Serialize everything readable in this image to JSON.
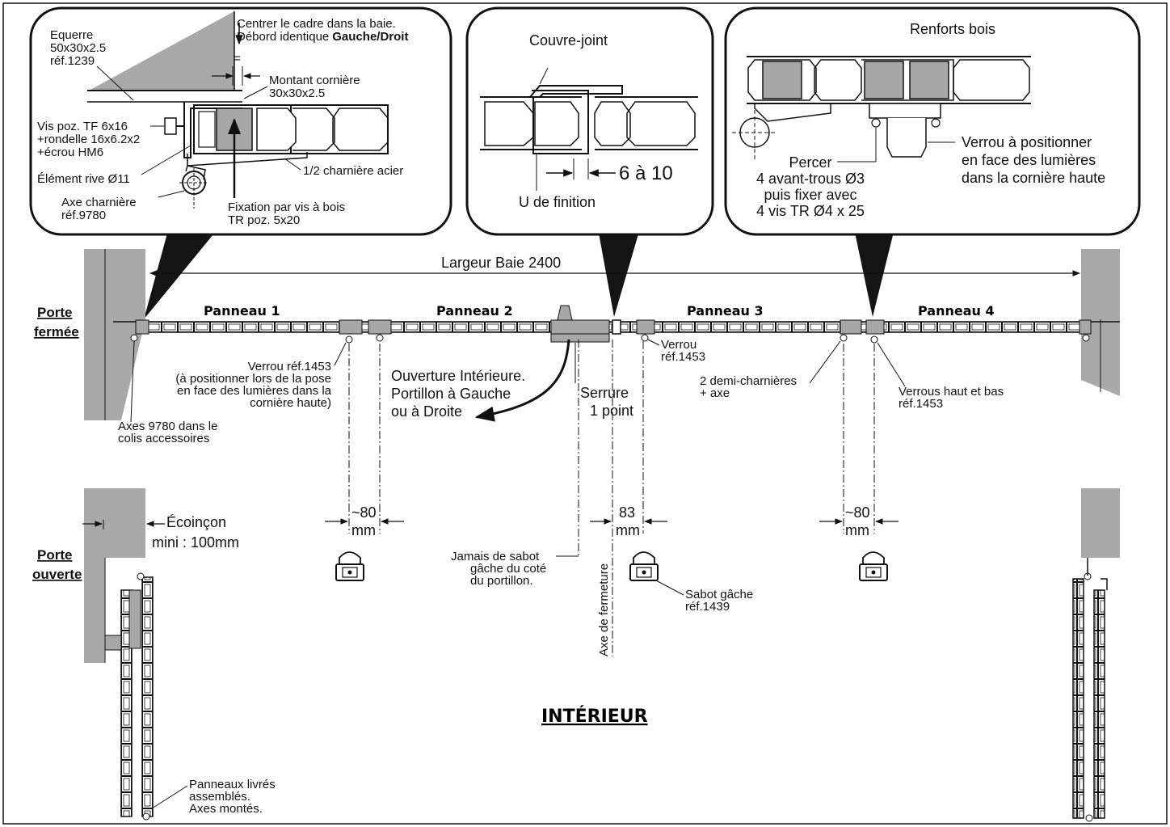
{
  "callout_left": {
    "equerre": [
      "Equerre",
      "50x30x2.5",
      "réf.1239"
    ],
    "centrer": [
      "Centrer le cadre dans la baie.",
      "Débord identique"
    ],
    "gauche_droit": "Gauche/Droit",
    "montant": [
      "Montant cornière",
      "30x30x2.5"
    ],
    "vis": [
      "Vis poz. TF 6x16",
      "+rondelle 16x6.2x2",
      "+écrou HM6"
    ],
    "element_rive": "Élément rive Ø11",
    "demi_charniere": "1/2 charnière acier",
    "axe": [
      "Axe charnière",
      "réf.9780"
    ],
    "fixation": [
      "Fixation par vis à bois",
      "TR poz. 5x20"
    ]
  },
  "callout_middle": {
    "couvre_joint": "Couvre-joint",
    "gap": "6 à 10",
    "u_finition": "U de finition"
  },
  "callout_right": {
    "renforts": "Renforts bois",
    "verrou": [
      "Verrou à positionner",
      "en face des lumières",
      "dans la cornière haute"
    ],
    "percer": [
      "Percer",
      "4 avant-trous Ø3",
      "puis fixer avec",
      "4 vis TR Ø4 x 25"
    ]
  },
  "main": {
    "largeur": "Largeur Baie 2400",
    "porte_fermee": [
      "Porte",
      "fermée"
    ],
    "porte_ouverte": [
      "Porte",
      "ouverte"
    ],
    "panels": [
      "Panneau 1",
      "Panneau 2",
      "Panneau 3",
      "Panneau 4"
    ],
    "verrou_1453": [
      "Verrou réf.1453",
      "(à positionner lors de la pose",
      "en face des lumières dans la",
      "cornière haute)"
    ],
    "ouverture": [
      "Ouverture Intérieure.",
      "Portillon à Gauche",
      "ou à Droite"
    ],
    "serrure": [
      "Serrure",
      "1 point"
    ],
    "verrou_small": [
      "Verrou",
      "réf.1453"
    ],
    "demi_charnieres": [
      "2 demi-charnières",
      "+ axe"
    ],
    "verrous_haut_bas": [
      "Verrous haut et bas",
      "réf.1453"
    ],
    "axes_9780": [
      "Axes 9780 dans le",
      "colis accessoires"
    ],
    "dim_80": "~80",
    "dim_83": "83",
    "mm": "mm",
    "ecoincon": [
      "Écoinçon",
      "mini : 100mm"
    ],
    "jamais": [
      "Jamais de sabot",
      "gâche du coté",
      "du portillon."
    ],
    "axe_fermeture": "Axe de fermeture",
    "sabot": [
      "Sabot gâche",
      "réf.1439"
    ],
    "interieur": "INTÉRIEUR",
    "panneaux_livres": [
      "Panneaux livrés",
      "assemblés.",
      "Axes montés."
    ]
  },
  "colors": {
    "line": "#111111",
    "wall": "#a9a9a9",
    "reinforcement": "#a7a7a7",
    "triangle": "#141414"
  }
}
